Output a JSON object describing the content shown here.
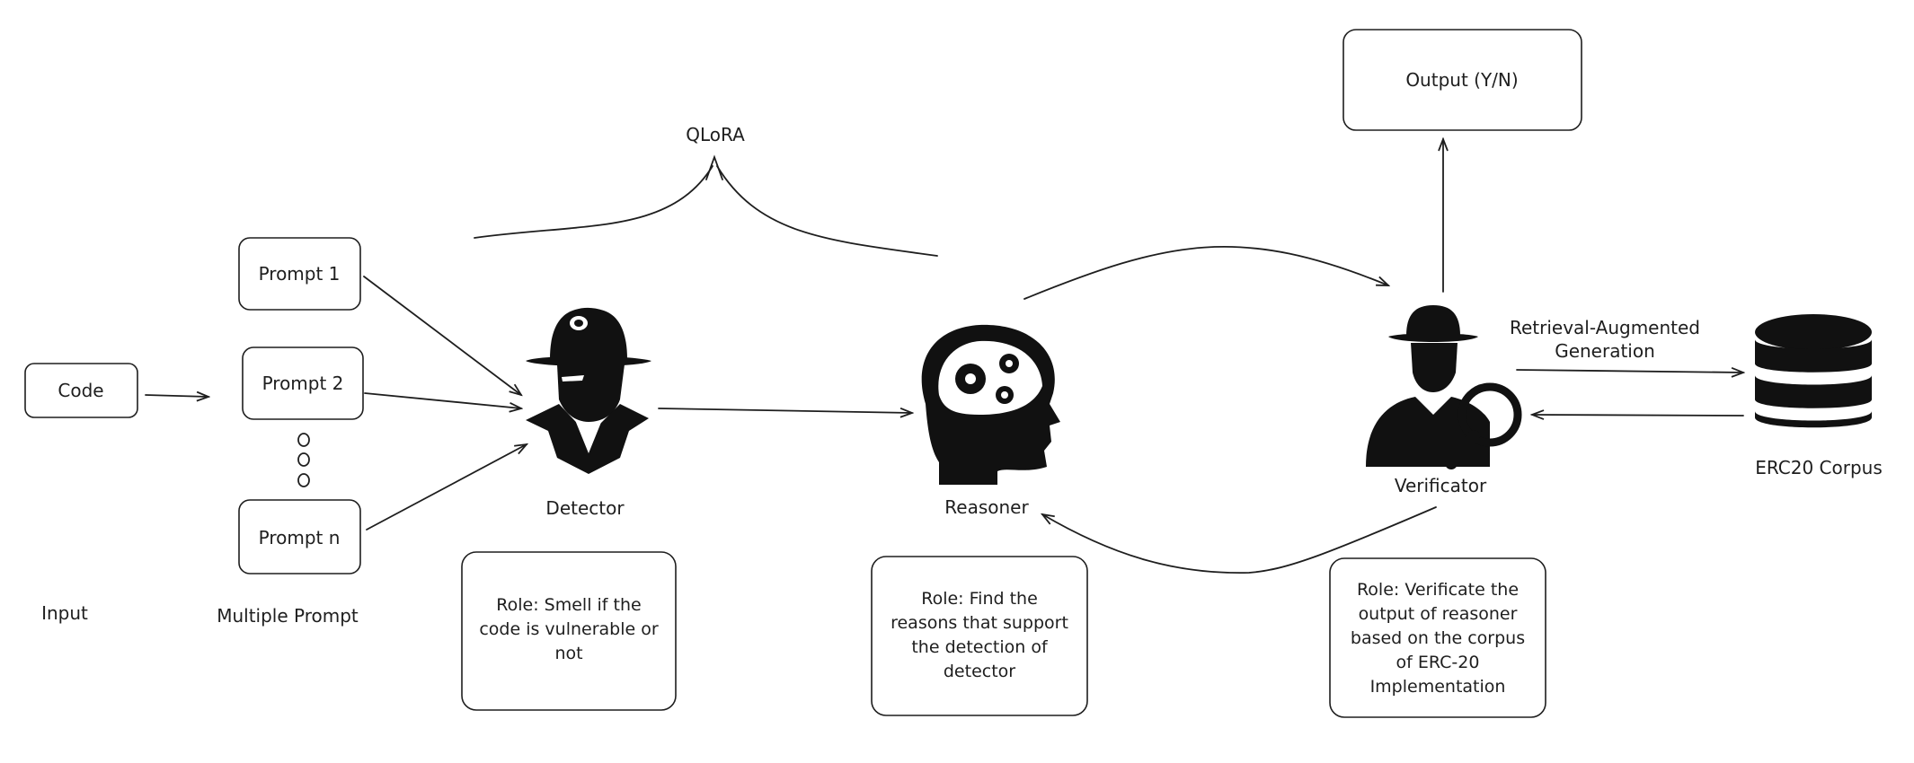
{
  "nodes": {
    "code": "Code",
    "prompt_1": "Prompt 1",
    "prompt_2": "Prompt 2",
    "prompt_n": "Prompt n",
    "output": "Output (Y/N)"
  },
  "labels": {
    "input": "Input",
    "multiple_prompt": "Multiple Prompt",
    "qlora": "QLoRA",
    "detector": "Detector",
    "reasoner": "Reasoner",
    "verificator": "Verificator",
    "rag_line1": "Retrieval-Augmented",
    "rag_line2": "Generation",
    "corpus": "ERC20 Corpus"
  },
  "roles": {
    "detector": [
      "Role: Smell if the",
      "code is vulnerable or",
      "not"
    ],
    "reasoner": [
      "Role: Find the",
      "reasons that support",
      "the detection of",
      "detector"
    ],
    "verificator": [
      "Role: Verificate the",
      "output of reasoner",
      "based on the corpus",
      "of ERC-20",
      "Implementation"
    ]
  },
  "icons": {
    "detector": "detective-icon",
    "reasoner": "brain-gears-icon",
    "verificator": "detective-magnifier-icon",
    "corpus": "database-icon"
  },
  "colors": {
    "stroke": "#1e1e1e",
    "icon_fill": "#111111",
    "background": "#ffffff"
  }
}
